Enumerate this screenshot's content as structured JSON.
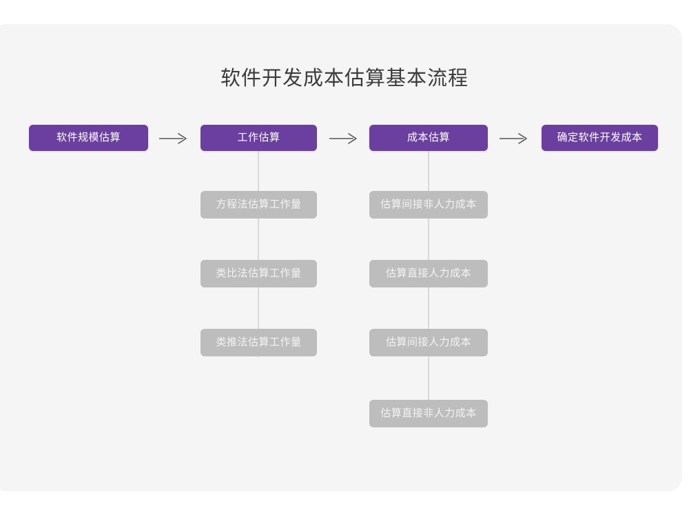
{
  "canvas": {
    "background_color": "#f5f5f5",
    "page_background_color": "#ffffff"
  },
  "title": "软件开发成本估算基本流程",
  "theme": {
    "stage_color": "#6b3fa0",
    "stage_text_color": "#ffffff",
    "sub_color": "#bdbdbd",
    "sub_text_color": "#f3f3f3",
    "connector_color": "#d9d9d9",
    "arrow_color": "#555555",
    "title_color": "#3b3b3b"
  },
  "chart_data": {
    "type": "diagram",
    "title": "软件开发成本估算基本流程",
    "orientation": "left-to-right main flow with vertical sub-step branches",
    "stages": [
      {
        "id": "stage-1",
        "label": "软件规模估算",
        "sub_steps": []
      },
      {
        "id": "stage-2",
        "label": "工作估算",
        "sub_steps": [
          "方程法估算工作量",
          "类比法估算工作量",
          "类推法估算工作量"
        ]
      },
      {
        "id": "stage-3",
        "label": "成本估算",
        "sub_steps": [
          "估算间接非人力成本",
          "估算直接人力成本",
          "估算间接人力成本",
          "估算直接非人力成本"
        ]
      },
      {
        "id": "stage-4",
        "label": "确定软件开发成本",
        "sub_steps": []
      }
    ],
    "connections": [
      {
        "from": "软件规模估算",
        "to": "工作估算",
        "style": "arrow"
      },
      {
        "from": "工作估算",
        "to": "成本估算",
        "style": "arrow"
      },
      {
        "from": "成本估算",
        "to": "确定软件开发成本",
        "style": "arrow"
      }
    ]
  },
  "stages": [
    {
      "label": "软件规模估算"
    },
    {
      "label": "工作估算"
    },
    {
      "label": "成本估算"
    },
    {
      "label": "确定软件开发成本"
    }
  ],
  "column_work": {
    "sub_steps": [
      {
        "label": "方程法估算工作量"
      },
      {
        "label": "类比法估算工作量"
      },
      {
        "label": "类推法估算工作量"
      }
    ]
  },
  "column_cost": {
    "sub_steps": [
      {
        "label": "估算间接非人力成本"
      },
      {
        "label": "估算直接人力成本"
      },
      {
        "label": "估算间接人力成本"
      },
      {
        "label": "估算直接非人力成本"
      }
    ]
  },
  "arrows": [
    {
      "name": "arrow-stage1-to-stage2"
    },
    {
      "name": "arrow-stage2-to-stage3"
    },
    {
      "name": "arrow-stage3-to-stage4"
    }
  ]
}
